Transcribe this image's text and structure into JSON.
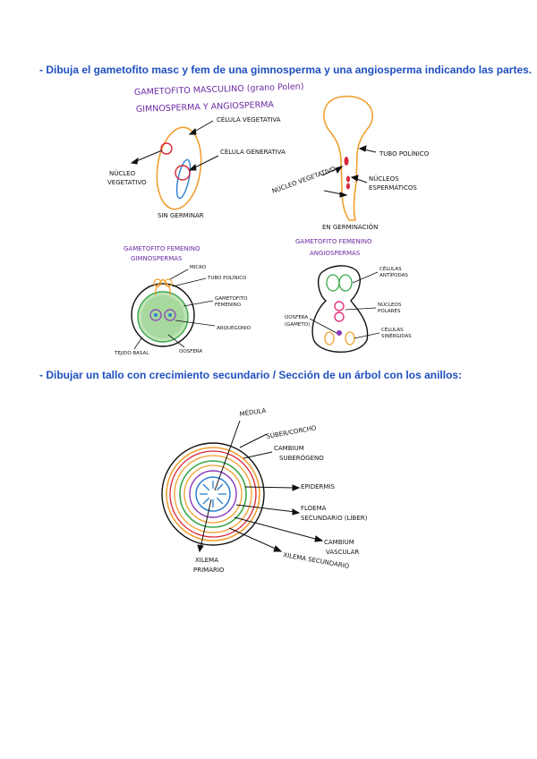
{
  "questions": [
    {
      "text": "- Dibuja el gametofito masc y fem de una gimnosperma y una angiosperma indicando las partes."
    },
    {
      "text": "- Dibujar un tallo con crecimiento secundario / Sección de un árbol con los anillos:"
    }
  ],
  "male": {
    "title": "GAMETOFITO MASCULINO (grano Polen)",
    "subtitle": "GIMNOSPERMA Y ANGIOSPERMA",
    "gymno": {
      "labels": {
        "vegetativa": "CÉLULA VEGETATIVA",
        "generativa": "CÉLULA GENERATIVA",
        "nucleo": "NÚCLEO\nVEGETATIVO",
        "state": "SIN GERMINAR"
      }
    },
    "angio": {
      "labels": {
        "tubo": "TUBO POLÍNICO",
        "nucleos_esp": "NÚCLEOS\nESPERMÁTICOS",
        "nucleo_veg": "NÚCLEO VEGETATIVO",
        "state": "EN GERMINACIÓN"
      }
    }
  },
  "female": {
    "gymno": {
      "title": "GAMETOFITO FEMENINO\nGIMNOSPERMAS",
      "labels": {
        "micro": "MICRO",
        "tubo": "TUBO POLÍNICO",
        "gametofito": "GAMETOFITO\nFEMENINO",
        "arquegonio": "ARQUEGONIO",
        "tejido": "TEJIDO BASAL",
        "oosfera": "OOSFERA"
      }
    },
    "angio": {
      "title": "GAMETOFITO FEMENINO\nANGIOSPERMAS",
      "labels": {
        "antipodas": "CÉLULAS\nANTÍPODAS",
        "nucleos_polares": "NÚCLEOS\nPOLARES",
        "oosfera": "OOSFERA\n(GAMETO)",
        "sinergidas": "CÉLULAS\nSINÉRGIDAS"
      }
    }
  },
  "stem": {
    "labels": {
      "medula": "MÉDULA",
      "suber": "SÚBER/CORCHO",
      "cambium_sub": "CAMBIUM\nSUBERÓGENO",
      "epidermis": "EPIDERMIS",
      "floema": "FLOEMA\nSECUNDARIO (LÍBER)",
      "cambium_vasc": "CAMBIUM\nVASCULAR",
      "xilema_sec": "XILEMA SECUNDARIO",
      "xilema_prim": "XILEMA\nPRIMARIO"
    }
  },
  "colors": {
    "question": "#1f4fbf",
    "title": "#6a2aa3",
    "orange": "#f0a030",
    "blue": "#2d7fd0",
    "red": "#d8263a",
    "green": "#3aa84a",
    "purple": "#8a3ab8",
    "magenta": "#e0337d"
  }
}
